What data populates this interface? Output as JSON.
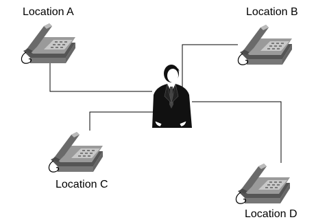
{
  "locations": [
    {
      "id": "a",
      "label": "Location A"
    },
    {
      "id": "b",
      "label": "Location B"
    },
    {
      "id": "c",
      "label": "Location C"
    },
    {
      "id": "d",
      "label": "Location D"
    }
  ],
  "colors": {
    "line": "#000000",
    "phone_body": "#8c8c8c",
    "phone_light": "#bdbdbd",
    "phone_dark": "#555555",
    "suit": "#111111"
  },
  "icons": {
    "person": "businessman-icon",
    "phone": "desk-telephone-icon"
  }
}
